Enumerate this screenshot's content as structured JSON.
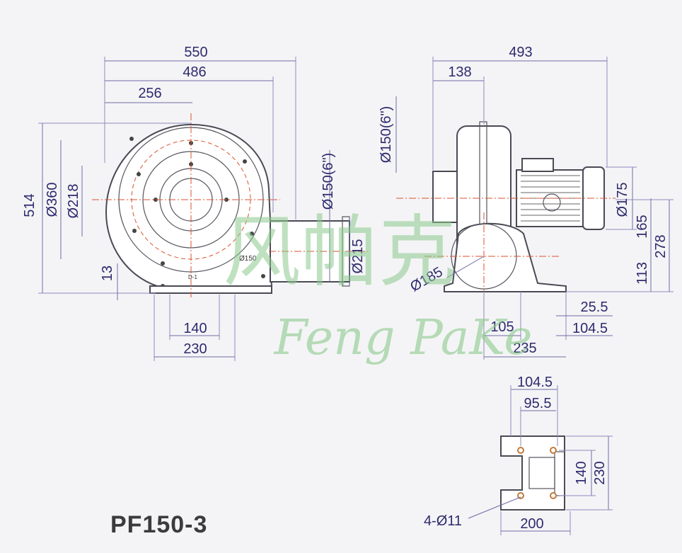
{
  "model": "PF150-3",
  "watermark": {
    "chinese": "风帕克",
    "english": "Feng PaKe"
  },
  "front_view": {
    "dims": {
      "overall_width": "550",
      "body_width": "486",
      "center_offset": "256",
      "height": "514",
      "housing_diameter": "Ø360",
      "inlet_diameter": "Ø218",
      "base_clearance": "13",
      "base_inner": "140",
      "base_outer": "230",
      "outlet_diameter": "Ø150(6\")",
      "outlet_flange": "Ø215"
    },
    "labels": {
      "inlet_label": "Ø150",
      "center_mark": "D-1"
    }
  },
  "side_view": {
    "dims": {
      "overall_length": "493",
      "inlet_length": "138",
      "inlet_diameter": "Ø150(6\")",
      "motor_diameter": "Ø175",
      "motor_height": "165",
      "total_height": "278",
      "axis_height": "113",
      "volute_diameter": "Ø185",
      "foot_offset_a": "25.5",
      "foot_offset_b": "104.5",
      "foot_inner": "105",
      "foot_span": "235"
    }
  },
  "base_view": {
    "dims": {
      "hole_span_outer": "104.5",
      "hole_span_inner": "95.5",
      "hole_spacing": "140",
      "base_depth": "230",
      "base_width": "200",
      "holes": "4-Ø11"
    }
  },
  "colors": {
    "dimension_text": "#2e2a6e",
    "watermark": "#8cc98d",
    "centerline": "#d9532f"
  }
}
